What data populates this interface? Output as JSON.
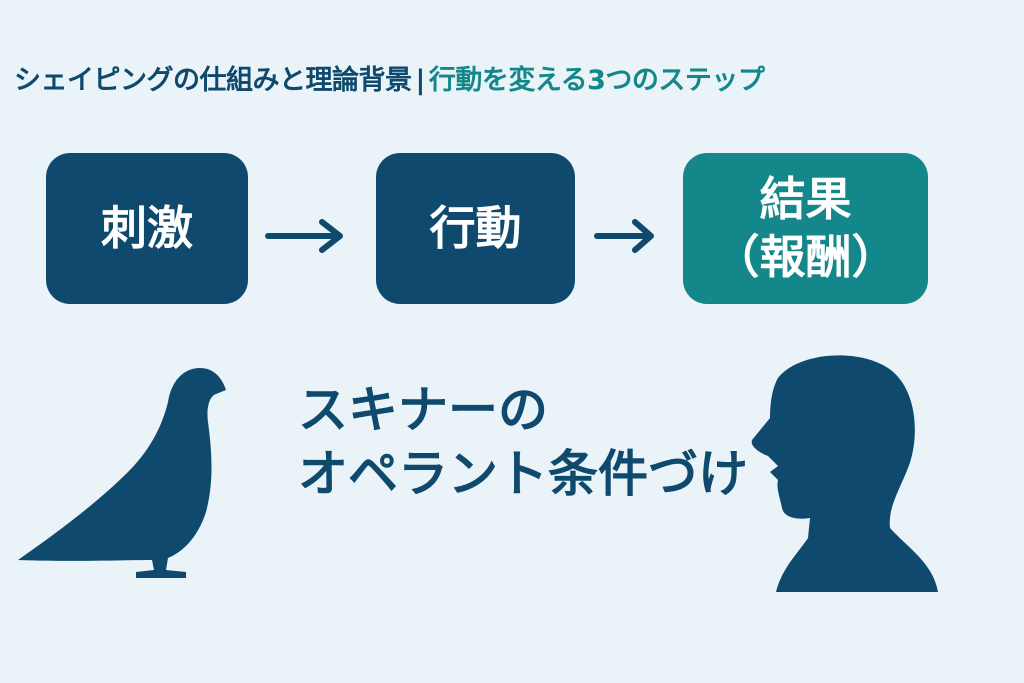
{
  "title": {
    "main": "シェイピングの仕組みと理論背景",
    "separator": "|",
    "sub": "行動を変える3つのステップ"
  },
  "flow": [
    {
      "label": "刺激"
    },
    {
      "label": "行動"
    },
    {
      "label": "結果",
      "sublabel": "（報酬）"
    }
  ],
  "caption": {
    "line1": "スキナーの",
    "line2": "オペラント条件づけ"
  },
  "colors": {
    "background": "#e9f3f8",
    "primary": "#0f4a6e",
    "accent": "#14878a"
  }
}
